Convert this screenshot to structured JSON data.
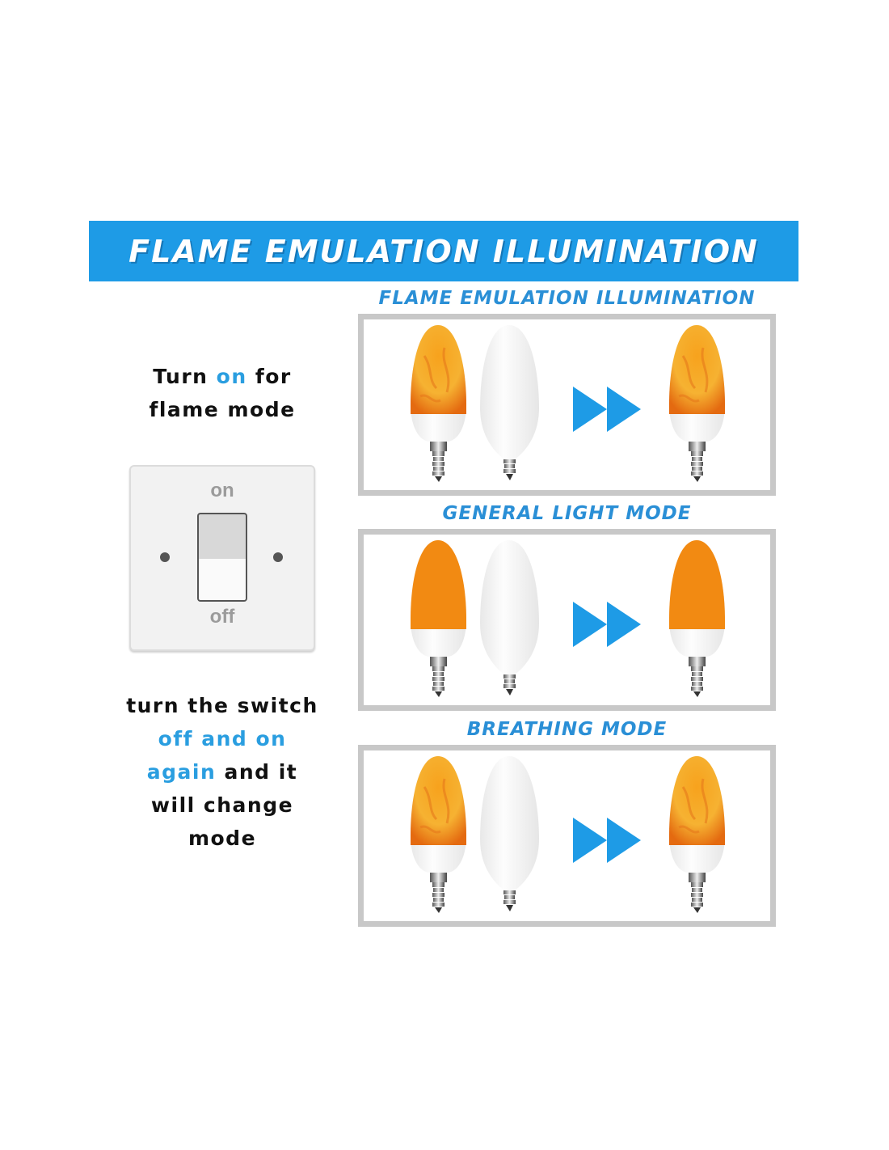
{
  "banner": {
    "title": "FLAME EMULATION ILLUMINATION"
  },
  "modes": [
    {
      "label": "FLAME EMULATION ILLUMINATION",
      "bulb": "flame"
    },
    {
      "label": "GENERAL LIGHT MODE",
      "bulb": "solid-orange"
    },
    {
      "label": "BREATHING MODE",
      "bulb": "flame"
    }
  ],
  "left": {
    "line1a": "Turn",
    "line1b": "on",
    "line1c": "for",
    "line2": "flame mode",
    "b1": "turn the switch",
    "b2": "off and on",
    "b3a": "again",
    "b3b": "and it",
    "b4": "will change",
    "b5": "mode"
  },
  "switch": {
    "on_label": "on",
    "off_label": "off"
  },
  "colors": {
    "accent": "#1e9be6",
    "flame": "#f59a1c",
    "orange": "#f28a12",
    "frame": "#c8c8c8"
  }
}
